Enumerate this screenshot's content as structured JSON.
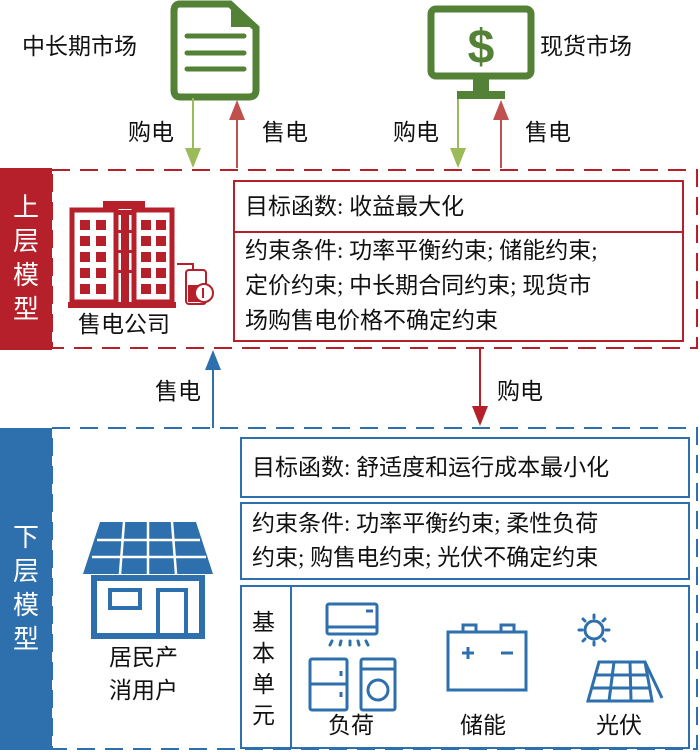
{
  "colors": {
    "green": "#538135",
    "green_light": "#9bbb59",
    "red": "#b5202a",
    "red_arrow": "#c0504d",
    "blue": "#2e6fad"
  },
  "top": {
    "mid_long_market": "中长期市场",
    "spot_market": "现货市场",
    "buy_label_left": "购电",
    "sell_label_left": "售电",
    "buy_label_right": "购电",
    "sell_label_right": "售电"
  },
  "upper": {
    "tab_label": "上层模型",
    "company_label": "售电公司",
    "objective": "目标函数: 收益最大化",
    "constraints": [
      "约束条件: 功率平衡约束; 储能约束;",
      "定价约束; 中长期合同约束; 现货市",
      "场购售电价格不确定约束"
    ]
  },
  "middle": {
    "sell_label": "售电",
    "buy_label": "购电"
  },
  "lower": {
    "tab_label": "下层模型",
    "prosumer_label_1": "居民产",
    "prosumer_label_2": "消用户",
    "objective": "目标函数: 舒适度和运行成本最小化",
    "constraints": [
      "约束条件: 功率平衡约束; 柔性负荷",
      "约束; 购售电约束; 光伏不确定约束"
    ],
    "units_title": "基本单元",
    "units": [
      "负荷",
      "储能",
      "光伏"
    ]
  }
}
